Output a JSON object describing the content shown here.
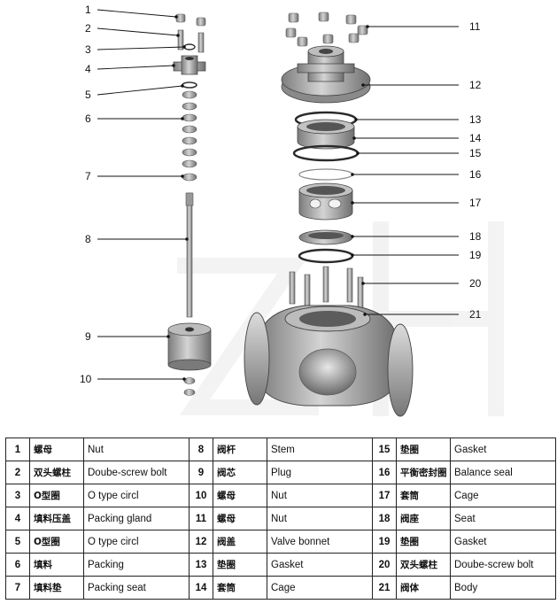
{
  "callouts": [
    "1",
    "2",
    "3",
    "4",
    "5",
    "6",
    "7",
    "8",
    "9",
    "10",
    "11",
    "12",
    "13",
    "14",
    "15",
    "16",
    "17",
    "18",
    "19",
    "20",
    "21"
  ],
  "table": {
    "rows": [
      [
        {
          "no": "1",
          "cn": "螺母",
          "en": "Nut"
        },
        {
          "no": "8",
          "cn": "阀杆",
          "en": "Stem"
        },
        {
          "no": "15",
          "cn": "垫圈",
          "en": "Gasket"
        }
      ],
      [
        {
          "no": "2",
          "cn": "双头螺柱",
          "en": "Doube-screw bolt"
        },
        {
          "no": "9",
          "cn": "阀芯",
          "en": "Plug"
        },
        {
          "no": "16",
          "cn": "平衡密封圈",
          "en": "Balance seal"
        }
      ],
      [
        {
          "no": "3",
          "cn": "O型圈",
          "en": "O type circl"
        },
        {
          "no": "10",
          "cn": "螺母",
          "en": "Nut"
        },
        {
          "no": "17",
          "cn": "套筒",
          "en": "Cage"
        }
      ],
      [
        {
          "no": "4",
          "cn": "填料压盖",
          "en": "Packing gland"
        },
        {
          "no": "11",
          "cn": "螺母",
          "en": "Nut"
        },
        {
          "no": "18",
          "cn": "阀座",
          "en": "Seat"
        }
      ],
      [
        {
          "no": "5",
          "cn": "O型圈",
          "en": "O type circl"
        },
        {
          "no": "12",
          "cn": "阀盖",
          "en": "Valve bonnet"
        },
        {
          "no": "19",
          "cn": "垫圈",
          "en": "Gasket"
        }
      ],
      [
        {
          "no": "6",
          "cn": "填料",
          "en": "Packing"
        },
        {
          "no": "13",
          "cn": "垫圈",
          "en": "Gasket"
        },
        {
          "no": "20",
          "cn": "双头螺柱",
          "en": "Doube-screw bolt"
        }
      ],
      [
        {
          "no": "7",
          "cn": "填料垫",
          "en": "Packing seat"
        },
        {
          "no": "14",
          "cn": "套筒",
          "en": "Cage"
        },
        {
          "no": "21",
          "cn": "阀体",
          "en": "Body"
        }
      ]
    ]
  }
}
